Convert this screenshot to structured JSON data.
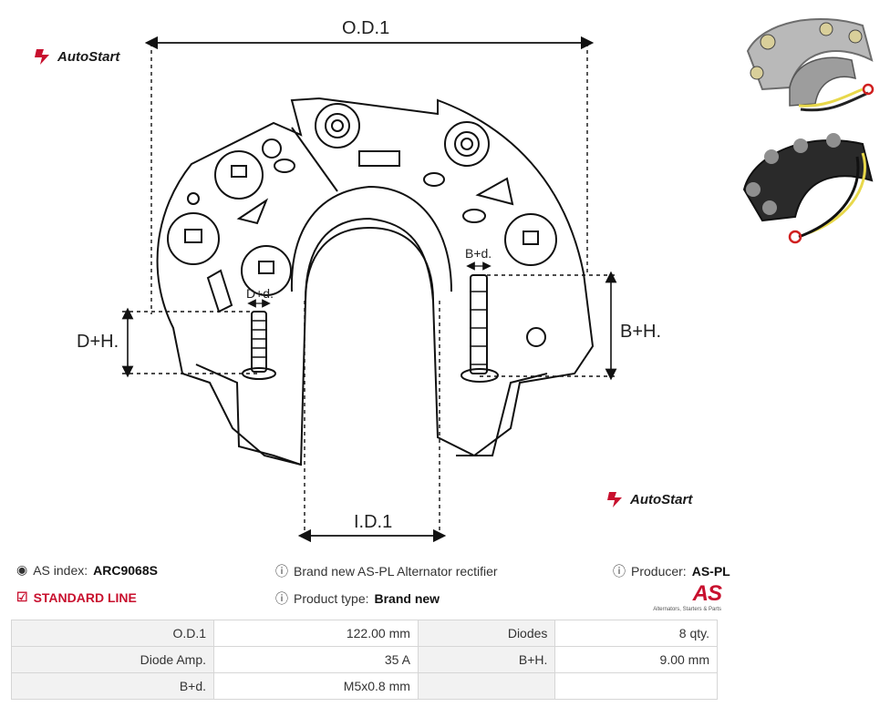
{
  "brand": {
    "name": "AutoStart"
  },
  "dimensions": {
    "od": "O.D.1",
    "id": "I.D.1",
    "dh": "D+H.",
    "bh": "B+H.",
    "bd": "B+d.",
    "dd": "D+d."
  },
  "info": {
    "as_index_label": "AS index:",
    "as_index_value": "ARC9068S",
    "description": "Brand new AS-PL Alternator rectifier",
    "producer_label": "Producer:",
    "producer_value": "AS-PL",
    "line": "STANDARD LINE",
    "type_label": "Product type:",
    "type_value": "Brand new"
  },
  "as_logo": {
    "text": "AS",
    "tagline": "Alternators, Starters & Parts"
  },
  "specs": [
    {
      "k1": "O.D.1",
      "v1": "122.00 mm",
      "k2": "Diodes",
      "v2": "8 qty."
    },
    {
      "k1": "Diode Amp.",
      "v1": "35 A",
      "k2": "B+H.",
      "v2": "9.00 mm"
    },
    {
      "k1": "B+d.",
      "v1": "M5x0.8 mm",
      "k2": "",
      "v2": ""
    }
  ],
  "colors": {
    "accent": "#c8102e",
    "wire_yellow": "#e8d84a",
    "wire_ring": "#d02020"
  }
}
